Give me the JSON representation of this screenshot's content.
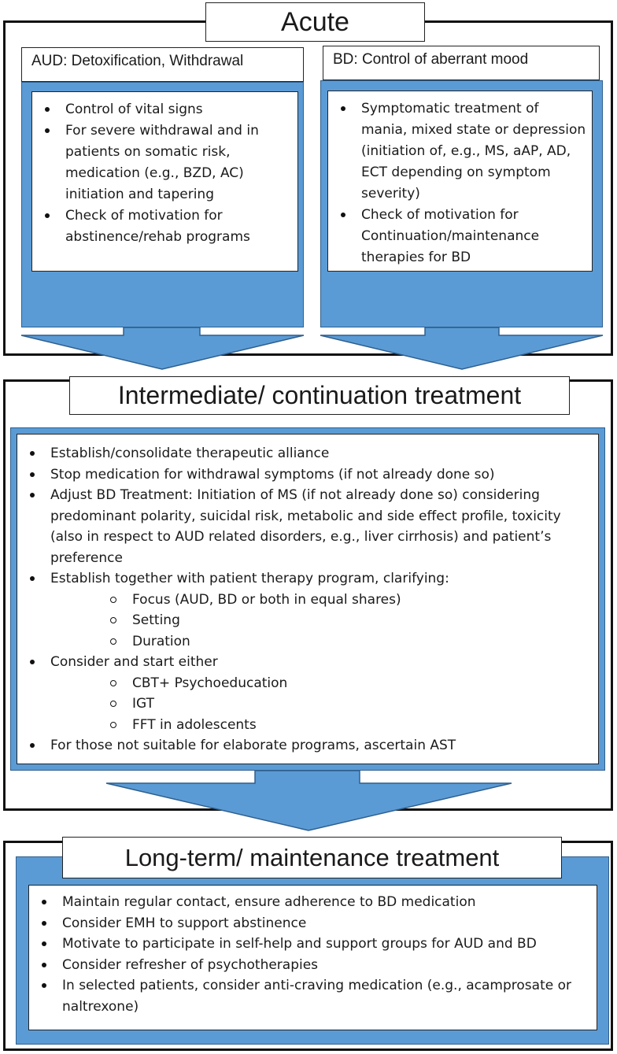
{
  "acute": {
    "title": "Acute",
    "aud": {
      "heading": "AUD: Detoxification, Withdrawal",
      "bullets": [
        "Control of vital signs",
        "For severe withdrawal and in patients on somatic risk, medication (e.g., BZD, AC) initiation and tapering",
        "Check of motivation for abstinence/rehab programs"
      ]
    },
    "bd": {
      "heading": "BD: Control of aberrant mood",
      "bullets": [
        "Symptomatic treatment of mania, mixed state or depression (initiation of, e.g., MS, aAP, AD, ECT depending on symptom severity)",
        "Check of motivation for Continuation/maintenance therapies for BD"
      ]
    }
  },
  "intermediate": {
    "title": "Intermediate/ continuation treatment",
    "items": [
      "Establish/consolidate therapeutic alliance",
      "Stop medication for withdrawal symptoms (if not already done so)",
      "Adjust BD Treatment: Initiation of MS (if not already done so) considering predominant polarity, suicidal risk, metabolic and side effect profile, toxicity (also in respect to AUD related disorders, e.g., liver cirrhosis) and patient’s preference",
      "Establish together with patient therapy program, clarifying:",
      "Focus (AUD, BD or both in equal shares)",
      "Setting",
      "Duration",
      "Consider and start either",
      "CBT+ Psychoeducation",
      "IGT",
      "FFT in adolescents",
      "For those not suitable for elaborate programs, ascertain AST"
    ]
  },
  "longterm": {
    "title": "Long-term/ maintenance treatment",
    "items": [
      "Maintain regular contact, ensure adherence to BD medication",
      "Consider EMH to support abstinence",
      "Motivate to participate in self-help and support groups for AUD and BD",
      "Consider refresher of psychotherapies",
      "In selected patients, consider anti-craving medication (e.g., acamprosate or naltrexone)"
    ]
  },
  "colors": {
    "blue": "#5b9bd5",
    "border": "#111111"
  }
}
